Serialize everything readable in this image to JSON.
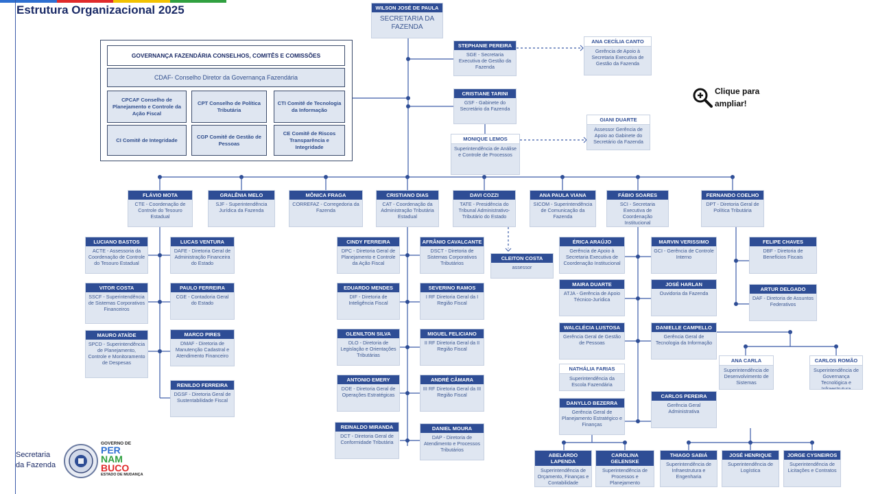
{
  "page": {
    "title": "Estrutura Organizacional 2025",
    "zoom_label": "Clique para ampliar!",
    "footer_line1": "Secretaria",
    "footer_line2": "da Fazenda",
    "logo_governo": "GOVERNO DE",
    "logo_per": "PER",
    "logo_nam": "NAM",
    "logo_buco": "BUCO",
    "logo_estado": "ESTADO DE MUDANÇA"
  },
  "colors": {
    "header": "#2e4d95",
    "box": "#dfe6f1",
    "line": "#3a5aa8",
    "stripe": [
      "#2e6fd0",
      "#e02a2a",
      "#f2c200",
      "#30a040"
    ]
  },
  "governance": {
    "title": "GOVERNANÇA FAZENDÁRIA CONSELHOS, COMITÊS E COMISSÕES",
    "cdaf": "CDAF- Conselho Diretor da Governança Fazendária",
    "councils": [
      "CPCAF Conselho de Planejamento e Controle da Ação Fiscal",
      "CPT Conselho de Política Tributária",
      "CTI Comitê de Tecnologia da Informação",
      "CI Comitê de Integridade",
      "CGP Comitê de Gestão de Pessoas",
      "CE Comitê de Riscos Transparência e Integridade"
    ]
  },
  "boxes": [
    {
      "name": "WILSON JOSÉ DE PAULA",
      "desc": "SECRETARIA DA FAZENDA"
    },
    {
      "name": "STEPHANIE PEREIRA",
      "desc": "SGE - Secretaria Executiva de Gestão da Fazenda"
    },
    {
      "name": "ANA CECÍLIA CANTO",
      "desc": "Gerência de Apoio à Secretaria Executiva de Gestão da Fazenda"
    },
    {
      "name": "CRISTIANE TARINI",
      "desc": "GSF - Gabinete do Secretário da Fazenda"
    },
    {
      "name": "MONIQUE LEMOS",
      "desc": "Superintendência de Análise e Controle de Processos"
    },
    {
      "name": "GIANI DUARTE",
      "desc": "Assessor Gerência de Apoio ao Gabinete do Secretário da Fazenda"
    },
    {
      "name": "FLÁVIO MOTA",
      "desc": "CTE - Coordenação de Controle do Tesouro Estadual"
    },
    {
      "name": "GRALÊNIA MELO",
      "desc": "SJF - Superintendência Jurídica da Fazenda"
    },
    {
      "name": "MÔNICA FRAGA",
      "desc": "CORREFAZ - Corregedoria da Fazenda"
    },
    {
      "name": "CRISTIANO DIAS",
      "desc": "CAT - Coordenação da Administração Tributária Estadual"
    },
    {
      "name": "DAVI COZZI",
      "desc": "TATE - Presidência do Tribunal Administrativo-Tributário do Estado"
    },
    {
      "name": "ANA PAULA VIANA",
      "desc": "SICOM - Superintendência de Comunicação da Fazenda"
    },
    {
      "name": "FÁBIO SOARES",
      "desc": "SCI - Secretaria Executiva de Coordenação Institucional"
    },
    {
      "name": "FERNANDO COELHO",
      "desc": "DPT - Diretoria Geral de Política Tributária"
    },
    {
      "name": "LUCIANO BASTOS",
      "desc": "ACTE - Assessoria da Coordenação de Controle do Tesouro Estadual"
    },
    {
      "name": "LUCAS VENTURA",
      "desc": "DAFE - Diretoria Geral de Administração Financeira do Estado"
    },
    {
      "name": "VITOR COSTA",
      "desc": "SSCF - Superintendência de Sistemas Corporativos Financeiros"
    },
    {
      "name": "PAULO FERREIRA",
      "desc": "CGE - Contadoria Geral do Estado"
    },
    {
      "name": "MAURO ATAÍDE",
      "desc": "SPCD - Superintendência de Planejamento, Controle e Monitoramento de Despesas"
    },
    {
      "name": "MARCO PIRES",
      "desc": "DMAF - Diretoria de Manutenção Cadastral e Atendimento Financeiro"
    },
    {
      "name": "RENILDO FERREIRA",
      "desc": "DGSF - Diretoria Geral de Sustentabilidade Fiscal"
    },
    {
      "name": "CINDY FERREIRA",
      "desc": "DPC - Diretoria Geral de Planejamento e Controle da Ação Fiscal"
    },
    {
      "name": "AFRÂNIO CAVALCANTE",
      "desc": "DSCT - Diretoria de Sistemas Corporativos Tributários"
    },
    {
      "name": "EDUARDO MENDES",
      "desc": "DIF - Diretoria de Inteligência Fiscal"
    },
    {
      "name": "SEVERINO RAMOS",
      "desc": "I RF Diretoria Geral da I Região Fiscal"
    },
    {
      "name": "GLENILTON SILVA",
      "desc": "DLO - Diretoria de Legislação e Orientações Tributárias"
    },
    {
      "name": "MIGUEL FELICIANO",
      "desc": "II RF Diretoria Geral da II Região Fiscal"
    },
    {
      "name": "ANTONIO EMERY",
      "desc": "DOE - Diretoria Geral de Operações Estratégicas"
    },
    {
      "name": "ANDRÉ CÂMARA",
      "desc": "III RF Diretoria Geral da III Região Fiscal"
    },
    {
      "name": "REINALDO MIRANDA",
      "desc": "DCT - Diretoria Geral de Conformidade Tributária"
    },
    {
      "name": "DANIEL MOURA",
      "desc": "DAP - Diretoria de Atendimento e Processos Tributários"
    },
    {
      "name": "CLEITON COSTA",
      "desc": "assessor"
    },
    {
      "name": "ÉRICA ARAÚJO",
      "desc": "Gerência de Apoio à Secretaria Executiva de Coordenação Institucional"
    },
    {
      "name": "MARVIN VERISSIMO",
      "desc": "GCI - Gerência de Controle Interno"
    },
    {
      "name": "MAIRA DUARTE",
      "desc": "ATJA - Gerência de Apoio Técnico-Jurídica"
    },
    {
      "name": "JOSÉ HARLAN",
      "desc": "Ouvidoria da Fazenda"
    },
    {
      "name": "WALCLÉCIA LUSTOSA",
      "desc": "Gerência Geral de Gestão de Pessoas"
    },
    {
      "name": "DANIELLE CAMPELLO",
      "desc": "Gerência Geral de Tecnologia da Informação"
    },
    {
      "name": "NATHÁLIA FARIAS",
      "desc": "Superintendência da Escola Fazendária"
    },
    {
      "name": "DANYLLO BEZERRA",
      "desc": "Gerência Geral de Planejamento Estratégico e Finanças"
    },
    {
      "name": "CARLOS PEREIRA",
      "desc": "Gerência Geral Administrativa"
    },
    {
      "name": "FELIPE CHAVES",
      "desc": "DBF - Diretoria de Benefícios Fiscais"
    },
    {
      "name": "ARTUR DELGADO",
      "desc": "DAF - Diretoria de Assuntos Federativos"
    },
    {
      "name": "ANA CARLA",
      "desc": "Superintendência de Desenvolvimento de Sistemas"
    },
    {
      "name": "CARLOS ROMÃO",
      "desc": "Superintendência de Governança Tecnológica e Infraestrutura"
    },
    {
      "name": "ABELARDO LAPENDA",
      "desc": "Superintendência de Orçamento, Finanças e Contabilidade"
    },
    {
      "name": "CAROLINA GELENSKE",
      "desc": "Superintendência de Processos e Planejamento Estratégico"
    },
    {
      "name": "THIAGO SABIÁ",
      "desc": "Superintendência de Infraestrutura e Engenharia"
    },
    {
      "name": "JOSÉ HENRIQUE",
      "desc": "Superintendência de Logística"
    },
    {
      "name": "JORGE CYSNEIROS",
      "desc": "Superintendência de Licitações e Contratos"
    }
  ]
}
